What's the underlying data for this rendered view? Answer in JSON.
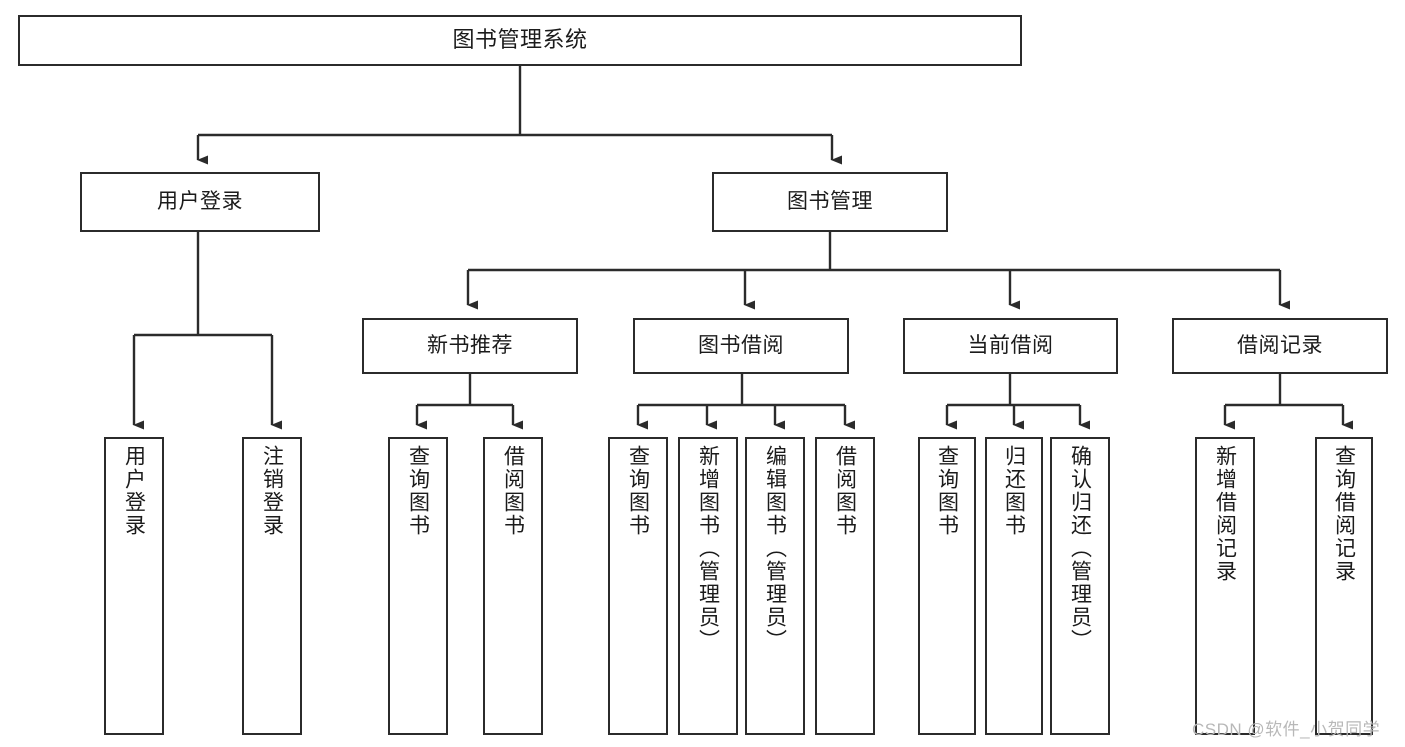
{
  "diagram": {
    "title": "图书管理系统",
    "type": "hierarchy-tree",
    "watermark": "CSDN @软件_小贺同学",
    "colors": {
      "node_border": "#2b2b2b",
      "node_fill": "#ffffff",
      "edge": "#2b2b2b",
      "text": "#1b1b1b",
      "watermark": "#b8b8b8"
    },
    "nodes": {
      "root": {
        "label": "图书管理系统"
      },
      "level2": [
        {
          "label": "用户登录"
        },
        {
          "label": "图书管理"
        }
      ],
      "level3": [
        {
          "label": "新书推荐"
        },
        {
          "label": "图书借阅"
        },
        {
          "label": "当前借阅"
        },
        {
          "label": "借阅记录"
        }
      ],
      "leaves": {
        "user_login": [
          {
            "label": "用户登录"
          },
          {
            "label": "注销登录"
          }
        ],
        "new_book_recommend": [
          {
            "label": "查询图书"
          },
          {
            "label": "借阅图书"
          }
        ],
        "book_borrow": [
          {
            "label": "查询图书"
          },
          {
            "label": "新增图书（管理员）"
          },
          {
            "label": "编辑图书（管理员）"
          },
          {
            "label": "借阅图书"
          }
        ],
        "current_borrow": [
          {
            "label": "查询图书"
          },
          {
            "label": "归还图书"
          },
          {
            "label": "确认归还（管理员）"
          }
        ],
        "borrow_record": [
          {
            "label": "新增借阅记录"
          },
          {
            "label": "查询借阅记录"
          }
        ]
      }
    }
  }
}
